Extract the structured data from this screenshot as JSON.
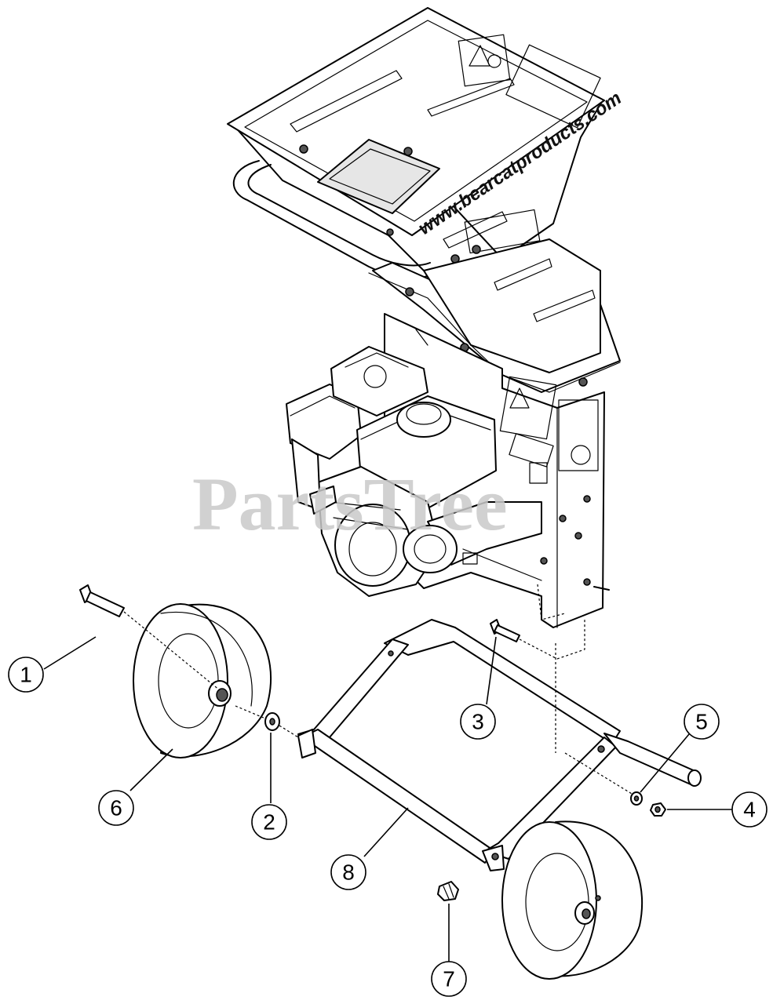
{
  "diagram": {
    "brand_text": "www.bearcatproducts.com",
    "watermark": "PartsTree",
    "callouts": [
      {
        "id": "1",
        "label": "1"
      },
      {
        "id": "2",
        "label": "2"
      },
      {
        "id": "3",
        "label": "3"
      },
      {
        "id": "4",
        "label": "4"
      },
      {
        "id": "5",
        "label": "5"
      },
      {
        "id": "6",
        "label": "6"
      },
      {
        "id": "7",
        "label": "7"
      },
      {
        "id": "8",
        "label": "8"
      }
    ]
  }
}
